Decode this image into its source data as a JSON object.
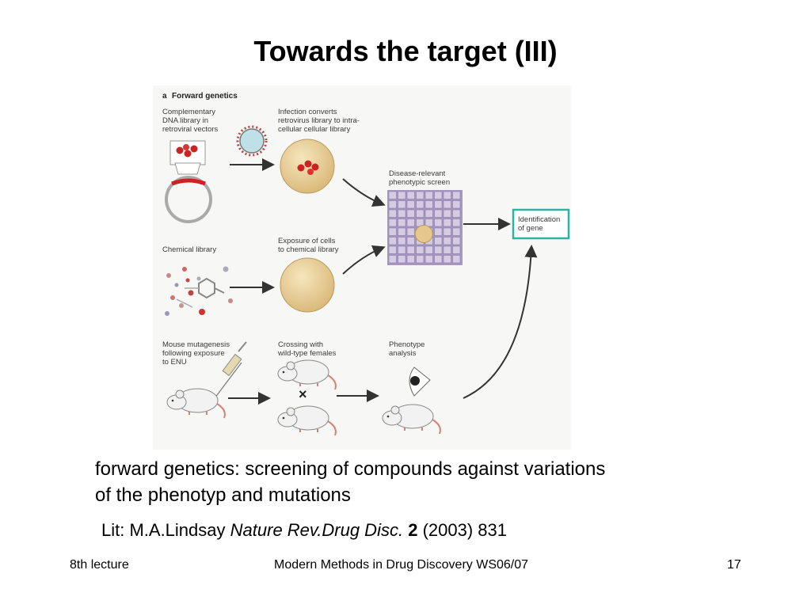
{
  "slide": {
    "title": "Towards the target (III)",
    "body_line1": "forward genetics: screening of compounds against variations",
    "body_line2": "of the phenotyp and mutations",
    "lit_prefix": "Lit: M.A.Lindsay ",
    "lit_journal": "Nature Rev.Drug Disc.",
    "lit_volume": "2",
    "lit_rest": " (2003) 831"
  },
  "figure": {
    "panel_letter": "a",
    "panel_title": "Forward genetics",
    "cdna_label": [
      "Complementary",
      "DNA library in",
      "retroviral vectors"
    ],
    "infection_label": [
      "Infection converts",
      "retrovirus library to intra-",
      "cellular cellular library"
    ],
    "screen_label": [
      "Disease-relevant",
      "phenotypic screen"
    ],
    "identification_label": [
      "Identification",
      "of gene"
    ],
    "chemical_label": [
      "Chemical library"
    ],
    "exposure_label": [
      "Exposure of cells",
      "to chemical library"
    ],
    "mutagenesis_label": [
      "Mouse mutagenesis",
      "following exposure",
      "to ENU"
    ],
    "crossing_label": [
      "Crossing with",
      "wild-type females"
    ],
    "phenotype_label": [
      "Phenotype",
      "analysis"
    ],
    "colors": {
      "highlight_box": "#2bb5a0",
      "cell": "#e6c88f",
      "grid": "#8878a8",
      "bead": "#c33"
    }
  },
  "footer": {
    "left": "8th lecture",
    "center": "Modern Methods in Drug Discovery WS06/07",
    "page_number": "17"
  }
}
